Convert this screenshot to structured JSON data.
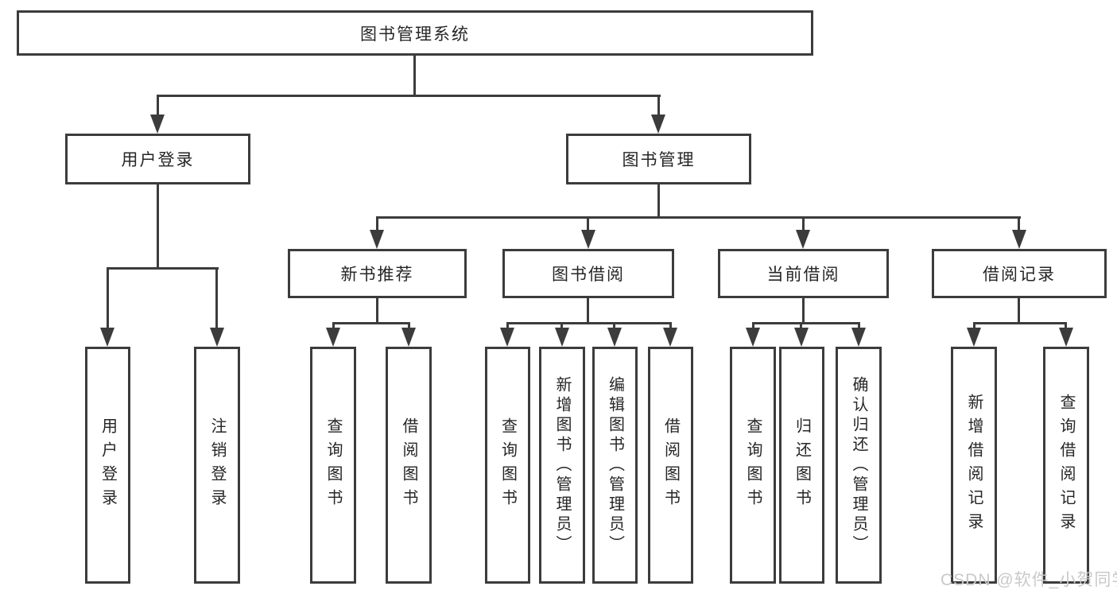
{
  "diagram_title": "图书管理系统",
  "colors": {
    "line": "#3c3c3c",
    "text": "#262626",
    "watermark": "#c9c9c9"
  },
  "tree": {
    "root": {
      "label": "图书管理系统"
    },
    "branches": [
      {
        "label": "用户登录",
        "children": [
          {
            "label": "用户登录"
          },
          {
            "label": "注销登录"
          }
        ]
      },
      {
        "label": "图书管理",
        "groups": [
          {
            "label": "新书推荐",
            "children": [
              {
                "label": "查询图书"
              },
              {
                "label": "借阅图书"
              }
            ]
          },
          {
            "label": "图书借阅",
            "children": [
              {
                "label": "查询图书"
              },
              {
                "label": "新增图书（管理员）"
              },
              {
                "label": "编辑图书（管理员）"
              },
              {
                "label": "借阅图书"
              }
            ]
          },
          {
            "label": "当前借阅",
            "children": [
              {
                "label": "查询图书"
              },
              {
                "label": "归还图书"
              },
              {
                "label": "确认归还（管理员）"
              }
            ]
          },
          {
            "label": "借阅记录",
            "children": [
              {
                "label": "新增借阅记录"
              },
              {
                "label": "查询借阅记录"
              }
            ]
          }
        ]
      }
    ]
  },
  "watermark": {
    "text": "CSDN @软件_小贺同学"
  }
}
